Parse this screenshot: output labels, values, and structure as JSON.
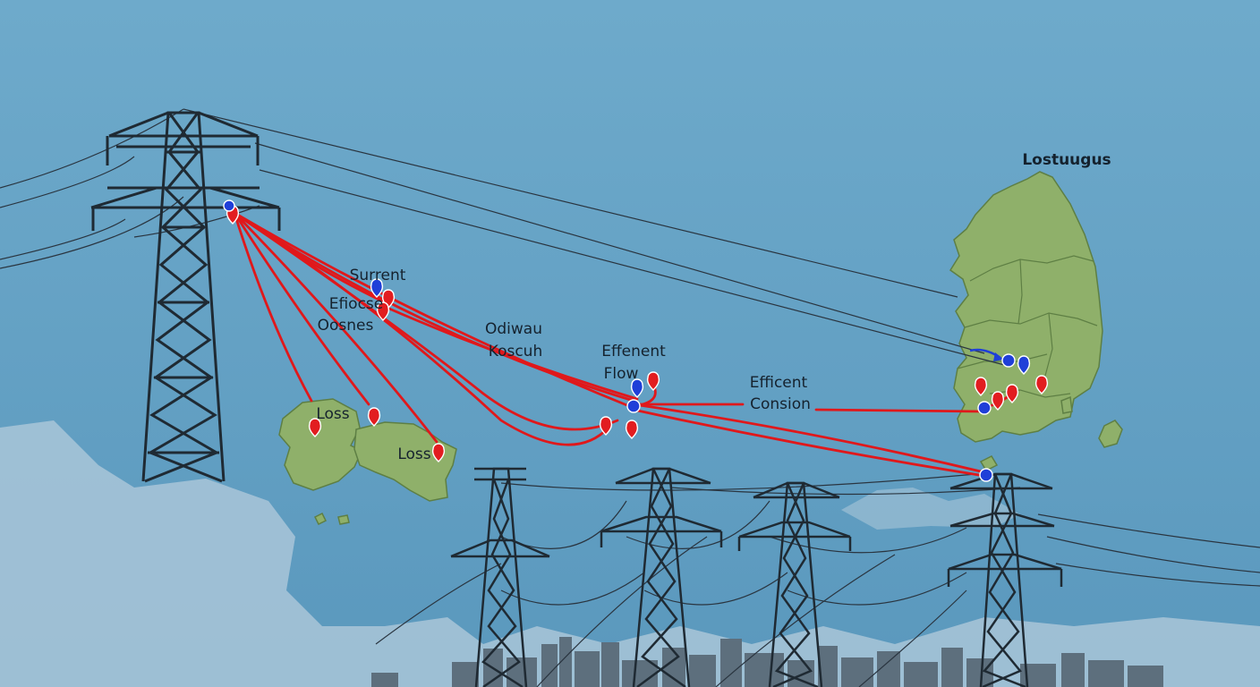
{
  "colors": {
    "sky_top": "#6eaacb",
    "sky_bottom": "#5d9cc0",
    "cloud": "#a9c6d8",
    "land": "#8fb06a",
    "land_border": "#5e7f44",
    "tower": "#1f2a33",
    "wire": "#2a3540",
    "flow_line": "#e0181b",
    "marker_red": "#e21d20",
    "marker_blue": "#1f3fd8",
    "skyline": "#5d6f7d"
  },
  "labels": {
    "region_title": "Lostuugus",
    "surrent": "Surrent",
    "efocse": "Efiocse",
    "oosnes": "Oosnes",
    "odiwau": "Odiwau",
    "koscuh": "Koscuh",
    "effenent": "Effenent",
    "flow": "Flow",
    "efficent": "Efficent",
    "consion": "Consion",
    "loss_1": "Loss",
    "loss_2": "Loss"
  }
}
